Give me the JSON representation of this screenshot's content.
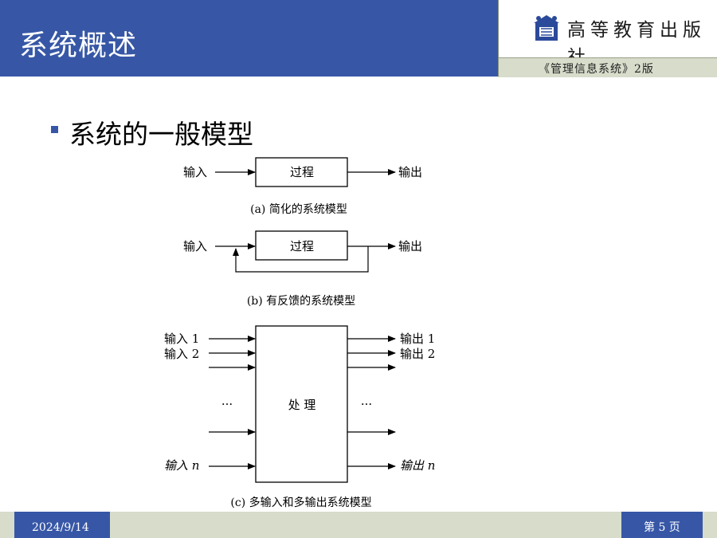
{
  "header": {
    "title": "系统概述",
    "publisher": "高等教育出版社",
    "book_title": "《管理信息系统》2版"
  },
  "main": {
    "bullet": "系统的一般模型"
  },
  "diagram": {
    "a": {
      "input": "输入",
      "process": "过程",
      "output": "输出",
      "caption": "(a) 简化的系统模型"
    },
    "b": {
      "input": "输入",
      "process": "过程",
      "output": "输出",
      "caption": "(b) 有反馈的系统模型"
    },
    "c": {
      "input1": "输入 1",
      "input2": "输入 2",
      "input_n": "输入 n",
      "output1": "输出 1",
      "output2": "输出 2",
      "output_n": "输出 n",
      "process": "处 理",
      "ellipsis": "···",
      "caption": "(c) 多输入和多输出系统模型"
    }
  },
  "footer": {
    "date": "2024/9/14",
    "page": "第 5 页"
  },
  "colors": {
    "accent": "#3757a6",
    "strip": "#d7dccb"
  }
}
